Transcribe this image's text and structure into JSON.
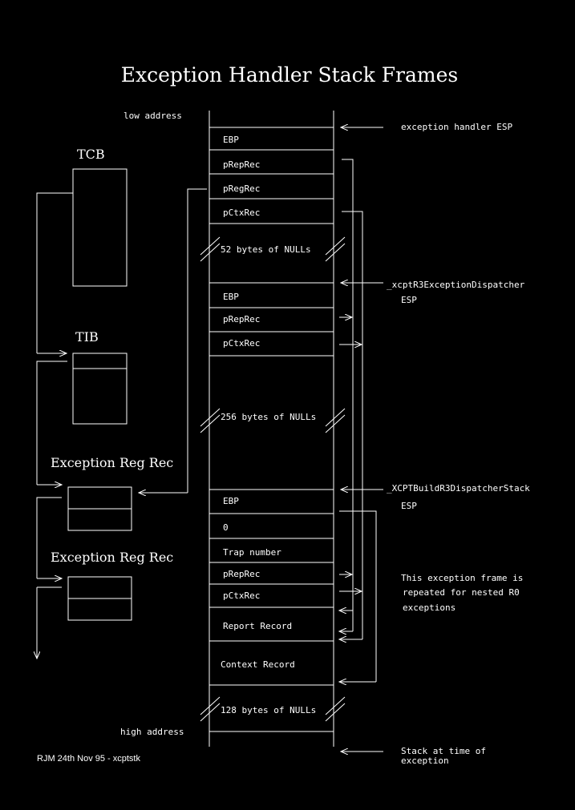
{
  "title": "Exception Handler Stack Frames",
  "address_labels": {
    "low": "low address",
    "high": "high address"
  },
  "left_blocks": {
    "tcb": "TCB",
    "tib": "TIB",
    "reg_rec_1": "Exception Reg Rec",
    "reg_rec_2": "Exception Reg Rec"
  },
  "stack_cells": {
    "f1_ebp": "EBP",
    "f1_prep": "pRepRec",
    "f1_preg": "pRegRec",
    "f1_pctx": "pCtxRec",
    "f1_nulls": "52 bytes of NULLs",
    "f2_ebp": "EBP",
    "f2_prep": "pRepRec",
    "f2_pctx": "pCtxRec",
    "f2_nulls": "256 bytes of NULLs",
    "f3_ebp": "EBP",
    "f3_zero": "0",
    "f3_trap": "Trap number",
    "f3_prep": "pRepRec",
    "f3_pctx": "pCtxRec",
    "report_record": "Report Record",
    "context_record": "Context Record",
    "f3_nulls": "128 bytes of NULLs"
  },
  "right_annotations": {
    "handler_esp": "exception handler ESP",
    "dispatcher_1": "_xcptR3ExceptionDispatcher",
    "dispatcher_1_esp": "ESP",
    "dispatcher_2": "_XCPTBuildR3DispatcherStack",
    "dispatcher_2_esp": "ESP",
    "note_line1": "This exception frame is",
    "note_line2": "repeated for nested R0",
    "note_line3": "exceptions",
    "stack_line1": "Stack at time of",
    "stack_line2": "exception"
  },
  "footer": "RJM 24th Nov 95 - xcptstk"
}
